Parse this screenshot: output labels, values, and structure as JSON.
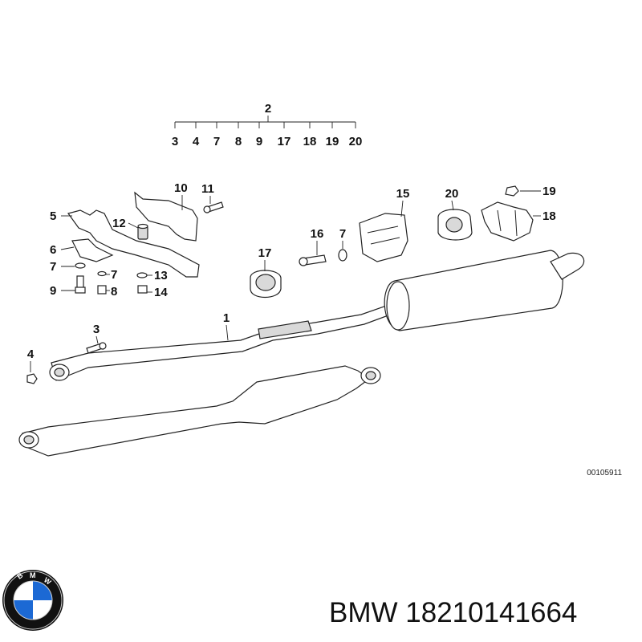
{
  "callouts": {
    "c1": "1",
    "c2": "2",
    "c3": "3",
    "c4": "4",
    "c5": "5",
    "c6": "6",
    "c7a": "7",
    "c7b": "7",
    "c7c": "7",
    "c8": "8",
    "c9": "9",
    "c10": "10",
    "c11": "11",
    "c12": "12",
    "c13": "13",
    "c14": "14",
    "c15": "15",
    "c16": "16",
    "c17": "17",
    "c18": "18",
    "c19": "19",
    "c20a": "20"
  },
  "kit_contents": [
    "3",
    "4",
    "7",
    "8",
    "9",
    "17",
    "18",
    "19",
    "20"
  ],
  "drawing_code": "00105911",
  "brand_logo_letters": "BMW",
  "caption": "BMW 18210141664",
  "colors": {
    "logo_blue": "#1c69d4",
    "logo_ring": "#111111",
    "line": "#222222"
  }
}
